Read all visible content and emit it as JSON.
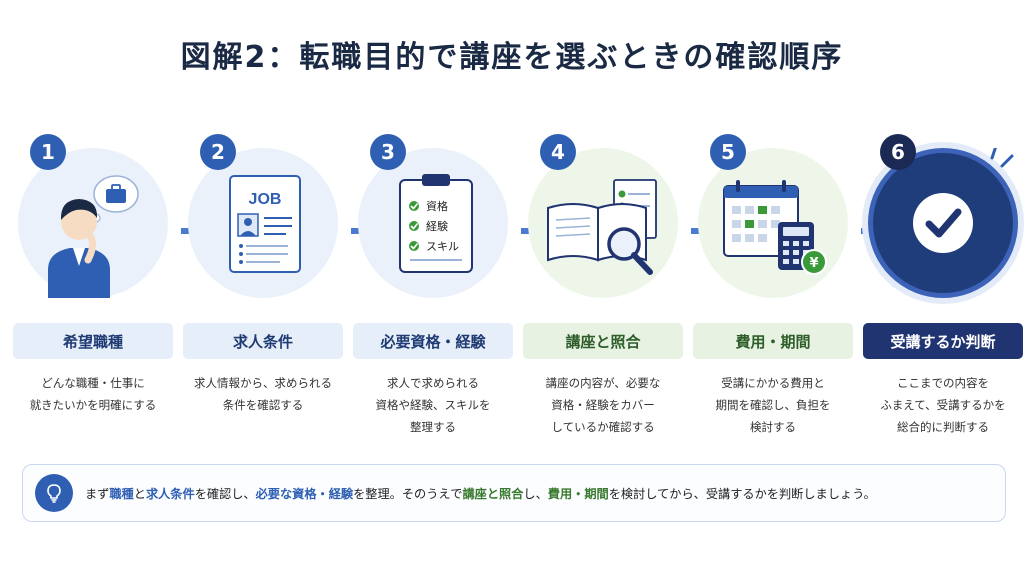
{
  "title": "図解2：転職目的で講座を選ぶときの確認順序",
  "steps": [
    {
      "num": "1",
      "label": "希望職種",
      "desc": "どんな職種・仕事に\n就きたいかを明確にする"
    },
    {
      "num": "2",
      "label": "求人条件",
      "desc": "求人情報から、求められる\n条件を確認する",
      "card_text": "JOB"
    },
    {
      "num": "3",
      "label": "必要資格・経験",
      "desc": "求人で求められる\n資格や経験、スキルを\n整理する",
      "checklist": [
        "資格",
        "経験",
        "スキル"
      ]
    },
    {
      "num": "4",
      "label": "講座と照合",
      "desc": "講座の内容が、必要な\n資格・経験をカバー\nしているか確認する"
    },
    {
      "num": "5",
      "label": "費用・期間",
      "desc": "受講にかかる費用と\n期間を確認し、負担を\n検討する",
      "currency": "¥"
    },
    {
      "num": "6",
      "label": "受講するか判断",
      "desc": "ここまでの内容を\nふまえて、受講するかを\n総合的に判断する"
    }
  ],
  "tip": {
    "t1": "まず",
    "h1": "職種",
    "t2": "と",
    "h2": "求人条件",
    "t3": "を確認し、",
    "h3": "必要な資格・経験",
    "t4": "を整理。そのうえで",
    "h4": "講座と照合",
    "t5": "し、",
    "h5": "費用・期間",
    "t6": "を検討してから、受講するかを判断しましょう。"
  },
  "colors": {
    "primary": "#2f5fb3",
    "navy": "#1f3470",
    "green": "#3a7a2f",
    "light_blue": "#eaf1fb",
    "light_green": "#eef6ea"
  }
}
